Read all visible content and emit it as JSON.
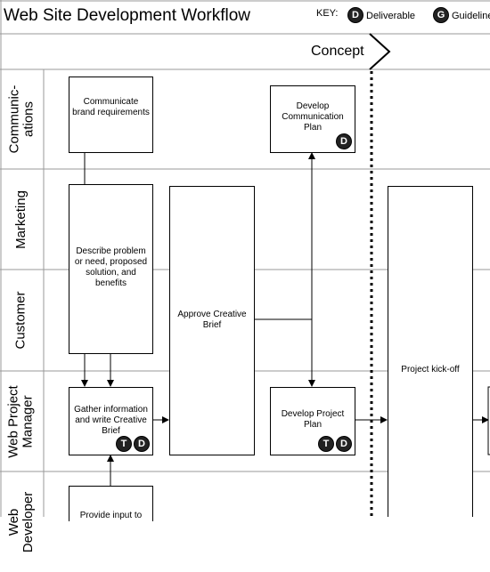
{
  "title": "Web Site Development Workflow",
  "key": {
    "label": "KEY:",
    "items": [
      {
        "badge": "D",
        "label": "Deliverable"
      },
      {
        "badge": "G",
        "label": "Guideline"
      }
    ]
  },
  "phase": "Concept",
  "lanes": [
    "Communic-\nations",
    "Marketing",
    "Customer",
    "Web Project\nManager",
    "Web\nDeveloper"
  ],
  "boxes": {
    "communicate": "Communicate brand requirements",
    "develop_comm_plan": "Develop Communication Plan",
    "describe_problem": "Describe problem or need, proposed solution, and benefits",
    "approve_brief": "Approve Creative Brief",
    "kickoff": "Project kick-off",
    "gather_info": "Gather information and write Creative Brief",
    "develop_project_plan": "Develop Project Plan",
    "provide_input": "Provide input to"
  },
  "badges": {
    "deliverable": "D",
    "template": "T"
  }
}
